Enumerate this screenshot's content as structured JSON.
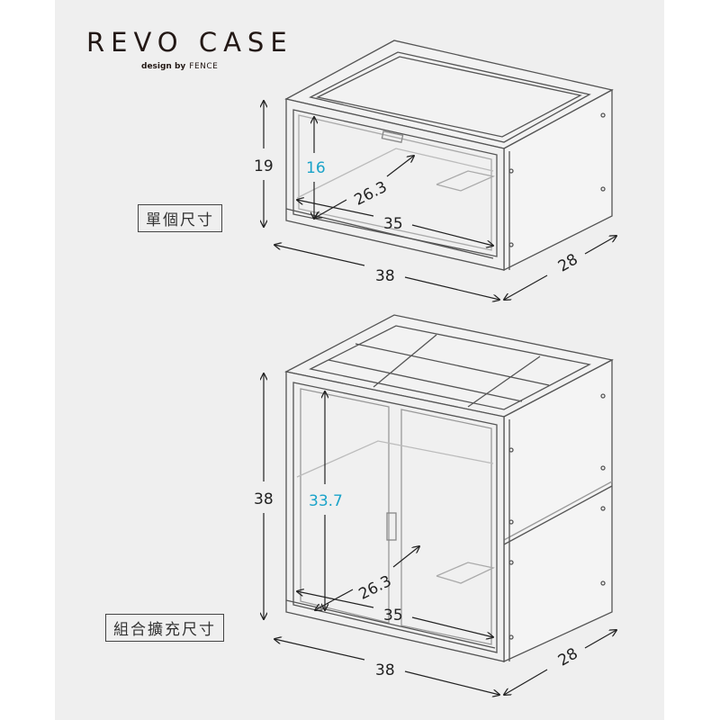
{
  "logo": {
    "title": "REVO CASE",
    "tagline": "design by",
    "brand": "FENCE"
  },
  "single": {
    "label": "單個尺寸",
    "outer_height": "19",
    "inner_height": "16",
    "inner_depth": "26.3",
    "inner_width": "35",
    "outer_width": "38",
    "outer_depth": "28"
  },
  "combo": {
    "label": "組合擴充尺寸",
    "outer_height": "38",
    "inner_height": "33.7",
    "inner_depth": "26.3",
    "inner_width": "35",
    "outer_width": "38",
    "outer_depth": "28"
  },
  "colors": {
    "accent": "#1aa3c9",
    "line": "#555555",
    "background": "#efefef"
  }
}
